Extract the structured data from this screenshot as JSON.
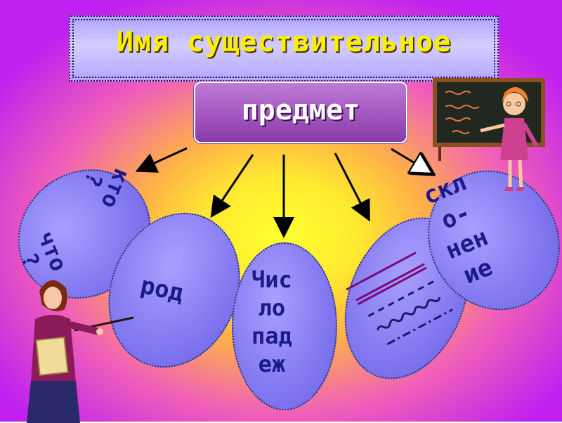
{
  "title": "Имя существительное",
  "subject": "предмет",
  "ovals": {
    "questions": {
      "kto": "кто\n?",
      "chto": "что\n?"
    },
    "gender": "род",
    "number_case": "Чис\nло\nпад\nеж",
    "declension": "скл\nо-\nнен\nие"
  },
  "colors": {
    "title": "#f8f000",
    "oval_text": "#1a1a8a",
    "subject_bg": "#8a3aa8",
    "banner_bg": "#b0a2ff"
  },
  "icons": [
    "teacher-with-folder-illustration",
    "teacher-at-blackboard-illustration",
    "underline-marks-icon"
  ]
}
